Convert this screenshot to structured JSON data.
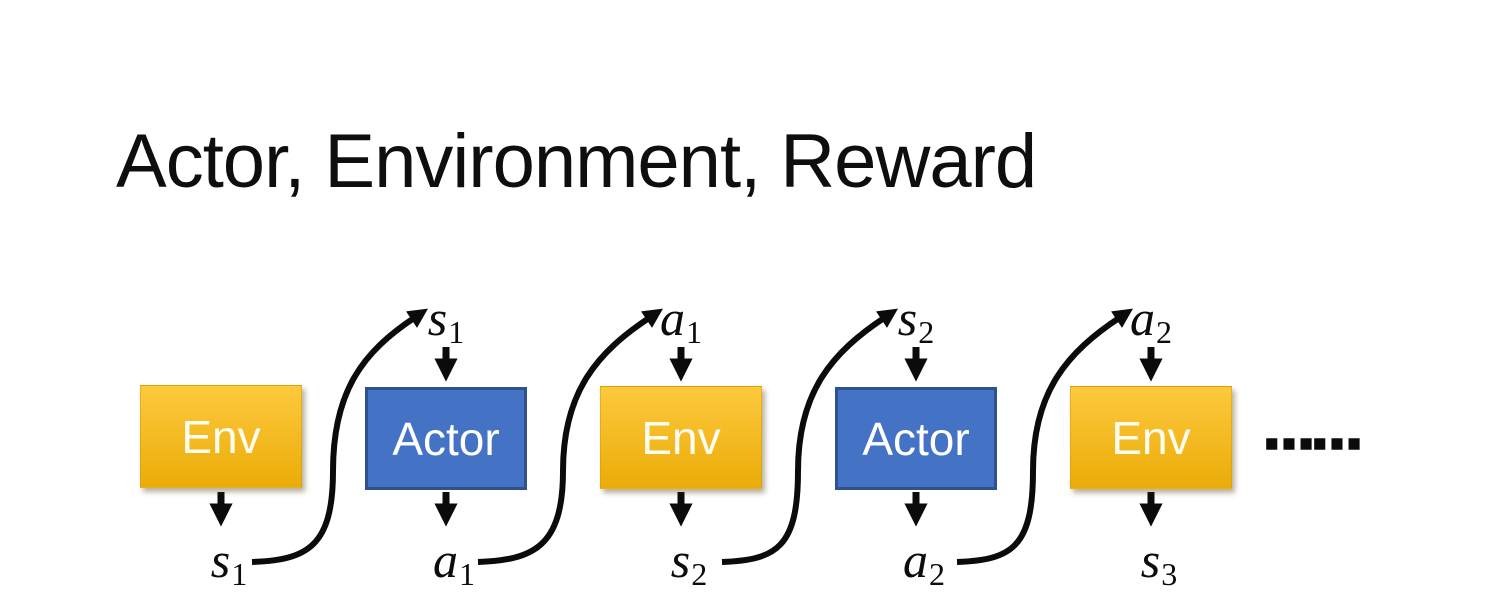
{
  "title": "Actor, Environment, Reward",
  "diagram": {
    "boxes": [
      {
        "label": "Env",
        "type": "env"
      },
      {
        "label": "Actor",
        "type": "actor"
      },
      {
        "label": "Env",
        "type": "env"
      },
      {
        "label": "Actor",
        "type": "actor"
      },
      {
        "label": "Env",
        "type": "env"
      }
    ],
    "top_labels": [
      {
        "main": "s",
        "sub": "1"
      },
      {
        "main": "a",
        "sub": "1"
      },
      {
        "main": "s",
        "sub": "2"
      },
      {
        "main": "a",
        "sub": "2"
      }
    ],
    "bottom_labels": [
      {
        "main": "s",
        "sub": "1"
      },
      {
        "main": "a",
        "sub": "1"
      },
      {
        "main": "s",
        "sub": "2"
      },
      {
        "main": "a",
        "sub": "2"
      },
      {
        "main": "s",
        "sub": "3"
      }
    ],
    "ellipsis": "……",
    "colors": {
      "ink": "#0b0b0b",
      "env_top": "#FEC93E",
      "env_bottom": "#EAAC08",
      "env_text": "#FFFDF2",
      "actor_fill": "#4472C4",
      "actor_border": "#2F528F",
      "actor_text": "#FFFFFF"
    }
  }
}
